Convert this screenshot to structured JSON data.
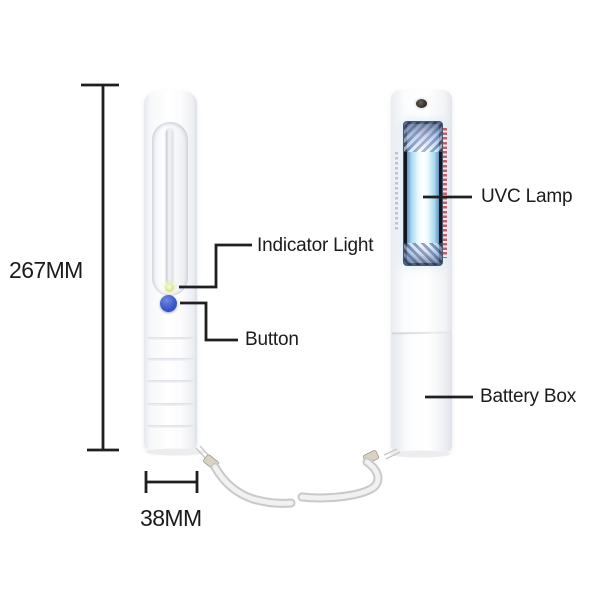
{
  "diagram": {
    "dimensions": {
      "height_label": "267MM",
      "width_label": "38MM"
    },
    "callouts": {
      "indicator_light": "Indicator Light",
      "button": "Button",
      "uvc_lamp": "UVC Lamp",
      "battery_box": "Battery Box"
    },
    "colors": {
      "annotation_line": "#1f1f1f",
      "label_text": "#1b1b1b",
      "power_button_blue": "#3b57c8",
      "indicator_led_green": "#dcea9c",
      "uv_lamp_glow": "#d9f3fc",
      "warning_text_red": "#c84b57",
      "device_body_white": "#fdfdfe"
    }
  }
}
